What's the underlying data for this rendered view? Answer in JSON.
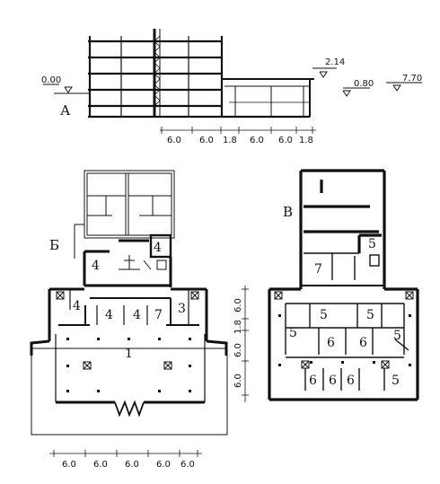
{
  "section": {
    "label": "А",
    "elevations": [
      "0.00",
      "2.14",
      "0.80",
      "7.70"
    ],
    "dims": [
      "6.0",
      "6.0",
      "1.8",
      "6.0",
      "6.0",
      "1.8"
    ]
  },
  "plan_b": {
    "label": "Б",
    "rooms": [
      "4",
      "4",
      "4",
      "4",
      "4",
      "7",
      "3",
      "1"
    ],
    "dims_bottom": [
      "6.0",
      "6.0",
      "6.0",
      "6.0",
      "6.0"
    ],
    "dims_side": [
      "6.0",
      "1.8",
      "6.0",
      "6.0"
    ]
  },
  "plan_v": {
    "label": "В",
    "rooms": [
      "5",
      "7",
      "5",
      "5",
      "5",
      "6",
      "6",
      "5",
      "6",
      "6",
      "6",
      "5"
    ]
  }
}
